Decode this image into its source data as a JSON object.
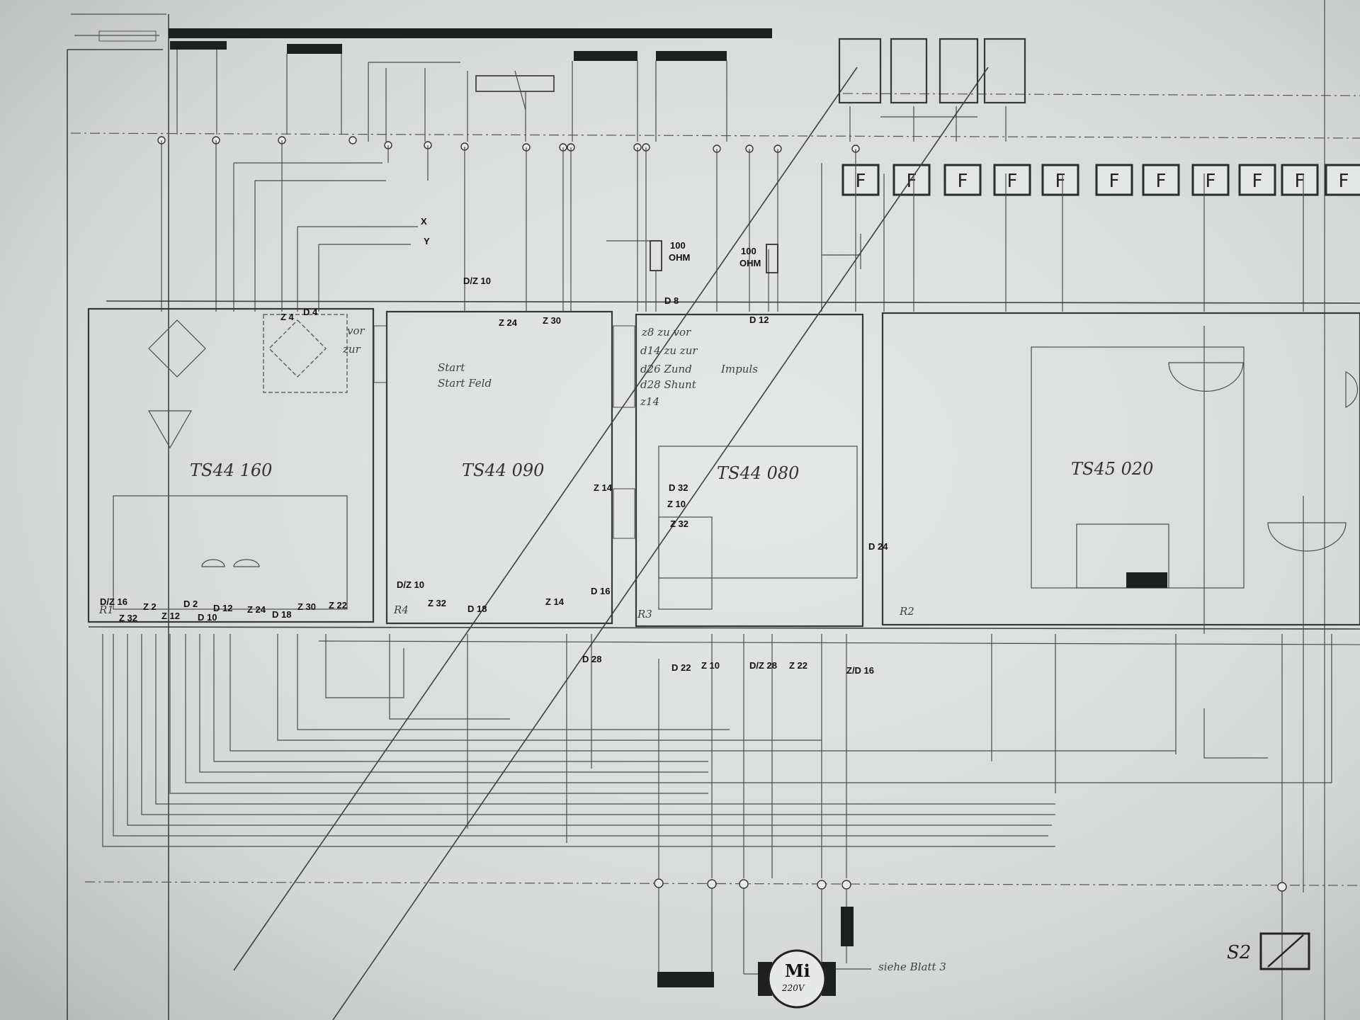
{
  "modules": [
    {
      "id": "m1",
      "name": "TS44 160"
    },
    {
      "id": "m2",
      "name": "TS44 090"
    },
    {
      "id": "m3",
      "name": "TS44 080"
    },
    {
      "id": "m4",
      "name": "TS45 020"
    }
  ],
  "handwritten": {
    "start": "Start",
    "start_feld": "Start Feld",
    "vor": "vor",
    "zur": "zur",
    "z8_vor": "z8 zu vor",
    "d14_zur": "d14 zu zur",
    "d26_zund": "d26 Zund",
    "impuls": "Impuls",
    "d28_shunt": "d28 Shunt",
    "z14": "z14",
    "motor_label": "Mi",
    "motor_volt": "220V",
    "siehe_blatt": "siehe Blatt 3",
    "relay_label": "S2",
    "r1": "R1",
    "r2": "R2",
    "r4": "R4",
    "r3": "R3"
  },
  "annotations": {
    "x": "X",
    "y": "Y",
    "ohm1_a": "100",
    "ohm1_b": "OHM",
    "ohm2_a": "100",
    "ohm2_b": "OHM",
    "dz10_top": "D/Z 10",
    "d8": "D 8",
    "d12_top": "D 12",
    "z4": "Z 4",
    "d4": "D 4",
    "z24_top": "Z 24",
    "z30_top": "Z 30",
    "z14_mid": "Z 14",
    "d32": "D 32",
    "z10_mid": "Z 10",
    "z32_mid": "Z 32",
    "d24": "D 24",
    "d16_mid": "D 16",
    "dz10_bot": "D/Z 10",
    "z32_bot": "Z 32",
    "d18_bot": "D 18",
    "z14_bot": "Z 14",
    "dz16": "D/Z 16",
    "z32_left": "Z 32",
    "z2": "Z 2",
    "z12": "Z 12",
    "d2": "D 2",
    "d10": "D 10",
    "d12_bot": "D 12",
    "z24_bot": "Z 24",
    "d18_left": "D 18",
    "z30_bot": "Z 30",
    "z22_left": "Z 22",
    "d28": "D 28",
    "d22": "D 22",
    "z10_bot": "Z 10",
    "dz28": "D/Z 28",
    "z22_bot": "Z 22",
    "zd16": "Z/D 16"
  },
  "fuse_label": "F",
  "fuse_count": 11
}
